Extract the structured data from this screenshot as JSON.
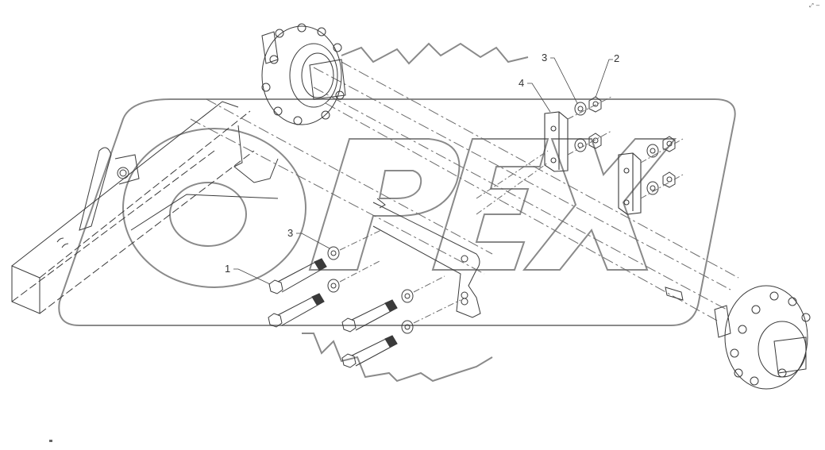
{
  "diagram": {
    "type": "exploded parts diagram",
    "subject": "axle assembly with hubs and fasteners",
    "watermark": "OPEX",
    "colors": {
      "line": "#3a3a3a",
      "dashed": "#6b6b6b",
      "watermark": "#8a8a8a",
      "background": "#ffffff"
    },
    "callouts": [
      {
        "id": "callout-1",
        "label": "1",
        "part": "bolt"
      },
      {
        "id": "callout-2",
        "label": "2",
        "part": "nut"
      },
      {
        "id": "callout-3a",
        "label": "3",
        "part": "washer"
      },
      {
        "id": "callout-3b",
        "label": "3",
        "part": "washer"
      },
      {
        "id": "callout-4",
        "label": "4",
        "part": "spacer plate"
      }
    ]
  },
  "toolbar": {
    "zoom_control": "⤢ −"
  }
}
